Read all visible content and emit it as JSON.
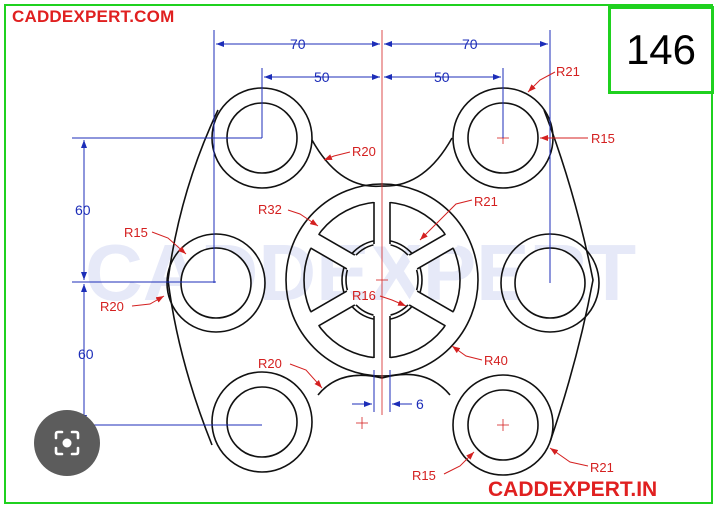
{
  "brand_top": "CADDEXPERT.COM",
  "brand_bottom": "CADDEXPERT.IN",
  "watermark": "CADDEXPERT",
  "drawing_number": "146",
  "icons": [
    "lens-search-icon"
  ],
  "colors": {
    "frame": "#1fd11f",
    "brand": "#e02020",
    "dimension": "#1c2db8",
    "radius": "#d42020",
    "outline": "#111111",
    "lens": "#5c5c5c"
  },
  "dimensions": {
    "left_70": "70",
    "right_70": "70",
    "left_50": "50",
    "right_50": "50",
    "upper_60": "60",
    "lower_60": "60",
    "gap_6": "6"
  },
  "radius_labels": {
    "r20_top": "R20",
    "r21_top_right": "R21",
    "r15_top_right": "R15",
    "r32": "R32",
    "r21_center": "R21",
    "r15_left": "R15",
    "r20_left": "R20",
    "r16": "R16",
    "r20_bottom_left": "R20",
    "r40": "R40",
    "r15_bottom": "R15",
    "r21_bottom_right": "R21"
  }
}
